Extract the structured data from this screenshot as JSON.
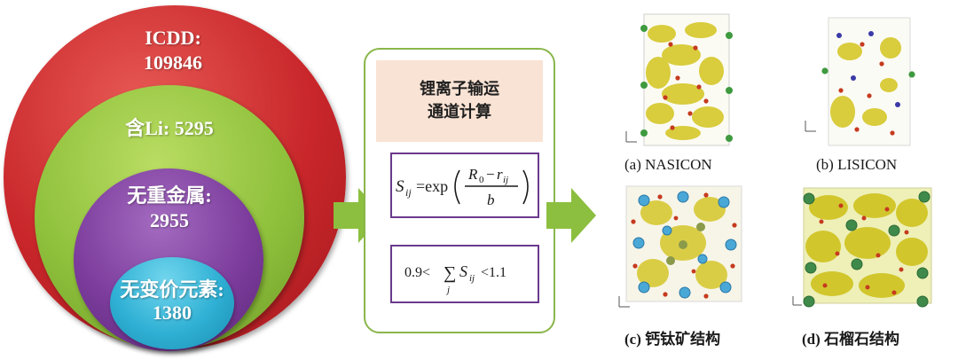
{
  "circles": {
    "icdd": {
      "label": "ICDD:",
      "value": "109846"
    },
    "li": {
      "label": "含Li: 5295"
    },
    "no_heavy": {
      "label": "无重金属:",
      "value": "2955"
    },
    "no_valence": {
      "label": "无变价元素:",
      "value": "1380"
    }
  },
  "panel": {
    "title_line1": "锂离子输运",
    "title_line2": "通道计算",
    "formula1": {
      "lhs": "S",
      "lhs_sub": "ij",
      "eq": "=exp",
      "num": "R",
      "num_sub0": "0",
      "minus": "−",
      "num_r": "r",
      "num_sub": "ij",
      "den": "b"
    },
    "formula2": {
      "left": "0.9<",
      "sum": "∑",
      "sum_sub": "j",
      "s": "S",
      "s_sub": "ij",
      "right": "<1.1"
    }
  },
  "structures": [
    {
      "caption": "(a) NASICON"
    },
    {
      "caption": "(b) LISICON"
    },
    {
      "caption": "(c) 钙钛矿结构"
    },
    {
      "caption": "(d) 石榴石结构"
    }
  ],
  "colors": {
    "red": "#c8262a",
    "green": "#8fc13c",
    "purple": "#7c3c9c",
    "cyan": "#2fb0d4",
    "arrow": "#8cbf3f",
    "yellow": "#d9cc2a"
  }
}
